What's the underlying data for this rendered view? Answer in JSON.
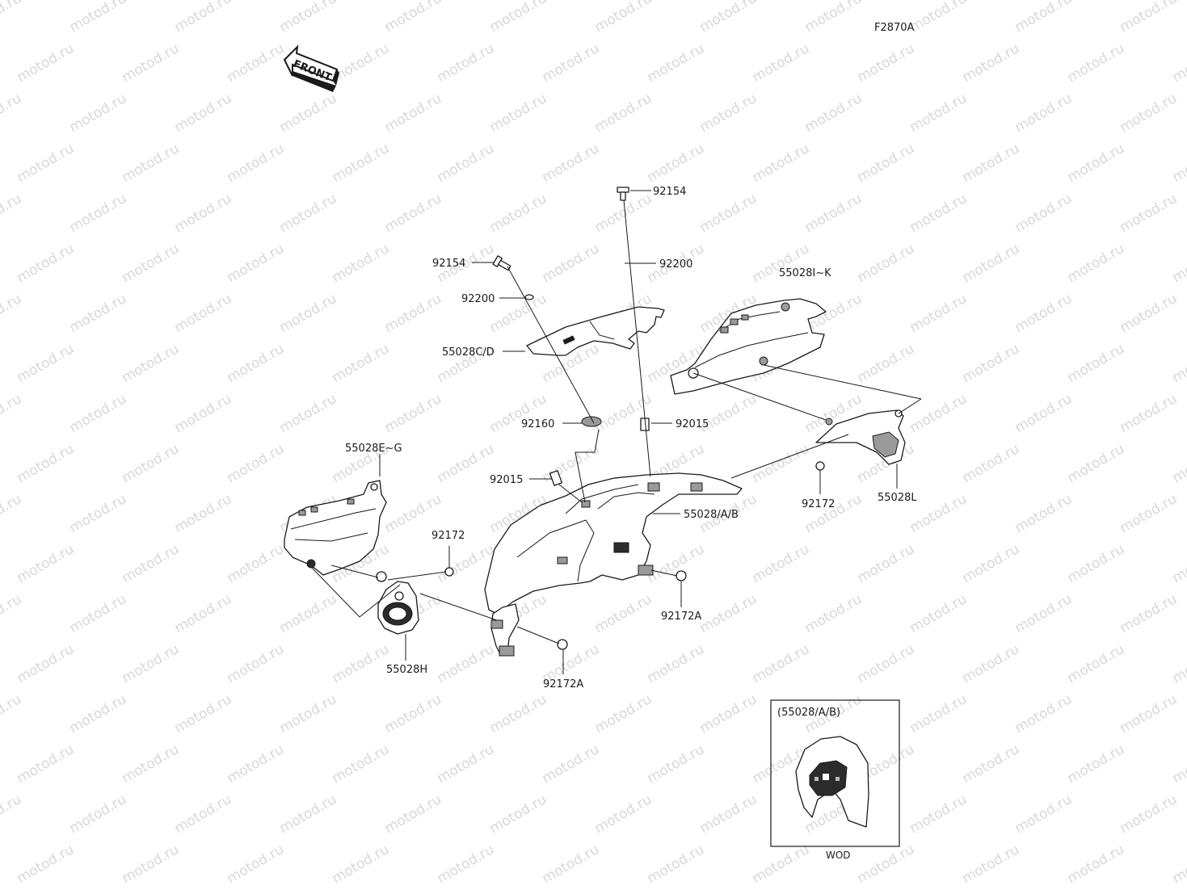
{
  "diagram_code": "F2870A",
  "front_arrow_label": "FRONT",
  "watermark_text": "motod.ru",
  "callouts": [
    {
      "id": "bolt-92154-top",
      "text": "92154"
    },
    {
      "id": "washer-92200-top",
      "text": "92200"
    },
    {
      "id": "bolt-92154-left",
      "text": "92154"
    },
    {
      "id": "washer-92200-left",
      "text": "92200"
    },
    {
      "id": "cover-55028c-d",
      "text": "55028C/D"
    },
    {
      "id": "cowl-55028i-k",
      "text": "55028I~K"
    },
    {
      "id": "grommet-92160",
      "text": "92160"
    },
    {
      "id": "collar-92015-right",
      "text": "92015"
    },
    {
      "id": "cowl-55028e-g",
      "text": "55028E~G"
    },
    {
      "id": "collar-92015-left",
      "text": "92015"
    },
    {
      "id": "cowl-55028-a-b",
      "text": "55028/A/B"
    },
    {
      "id": "bolt-92172-right",
      "text": "92172"
    },
    {
      "id": "cowl-55028l",
      "text": "55028L"
    },
    {
      "id": "bolt-92172-left",
      "text": "92172"
    },
    {
      "id": "bolt-92172a-right",
      "text": "92172A"
    },
    {
      "id": "cowl-55028h",
      "text": "55028H"
    },
    {
      "id": "bolt-92172a-left",
      "text": "92172A"
    }
  ],
  "inset": {
    "title": "(55028/A/B)",
    "caption": "WOD"
  }
}
